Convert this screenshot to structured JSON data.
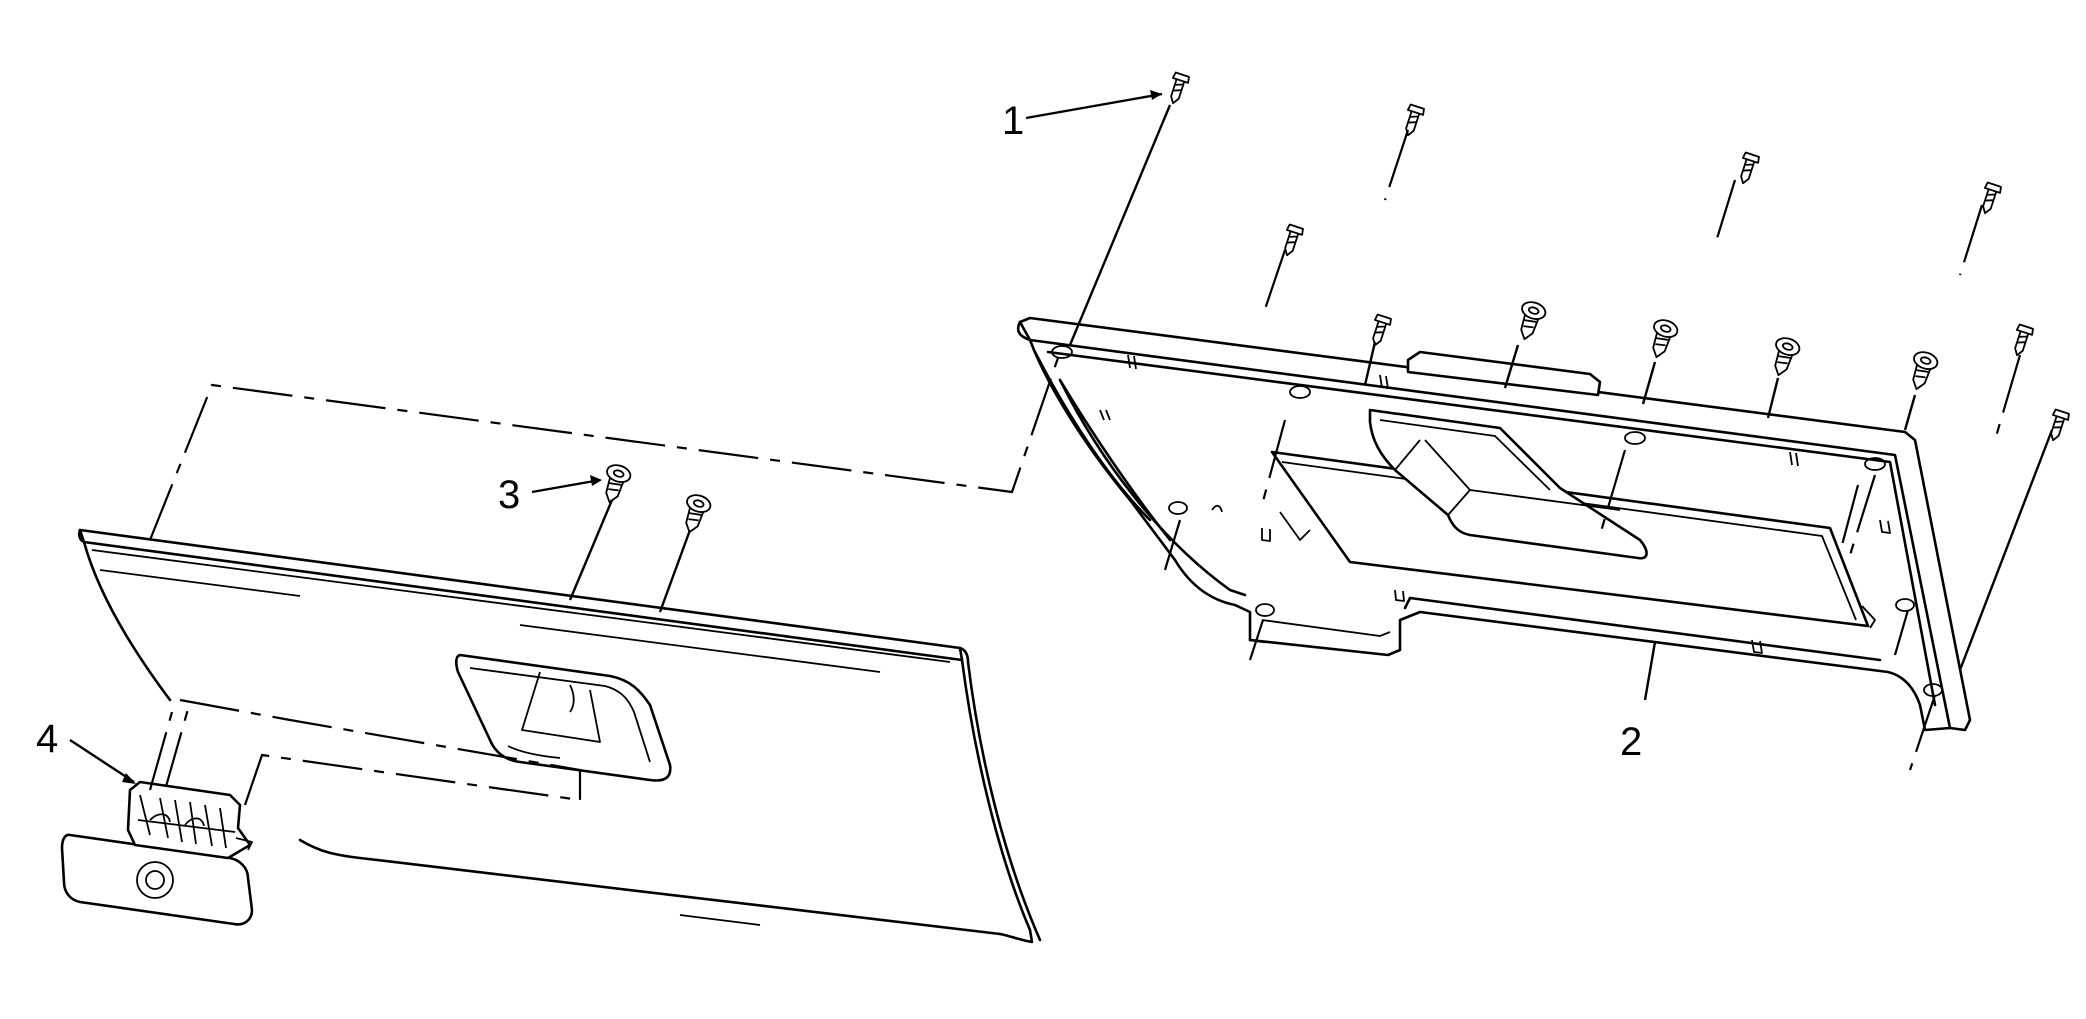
{
  "callouts": {
    "c1": "1",
    "c2": "2",
    "c3": "3",
    "c4": "4"
  },
  "icons": [
    "screw-icon",
    "clip-icon",
    "latch-icon"
  ]
}
